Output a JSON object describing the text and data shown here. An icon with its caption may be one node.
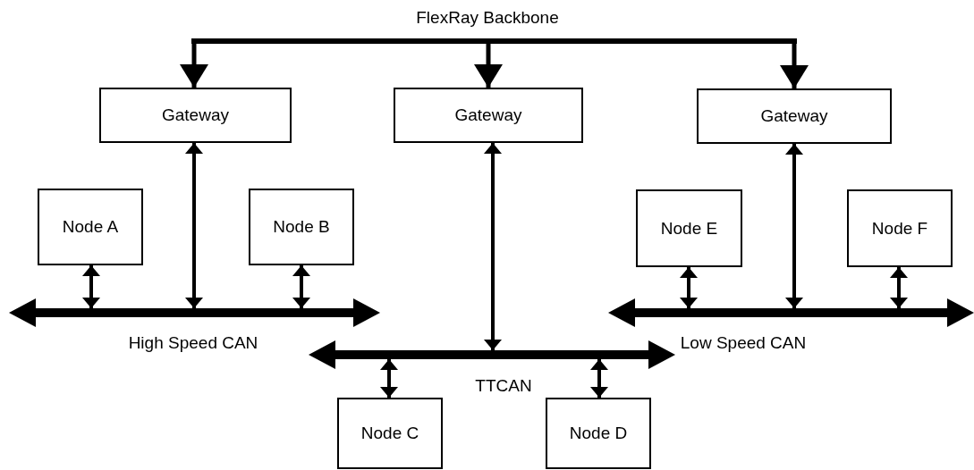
{
  "diagram": {
    "nodes": [
      {
        "text": [],
        "shape": "bar",
        "beside": [
          "FlexRay Backbone"
        ]
      },
      {
        "text": [
          "Gateway"
        ]
      },
      {
        "text": [
          "Gateway"
        ]
      },
      {
        "text": [
          "Gateway"
        ]
      },
      {
        "text": [
          "Node A"
        ]
      },
      {
        "text": [
          "Node B"
        ]
      },
      {
        "text": [
          "Node E"
        ]
      },
      {
        "text": [
          "Node F"
        ]
      },
      {
        "text": [],
        "shape": "bar",
        "beside": [
          "High Speed CAN"
        ]
      },
      {
        "text": [],
        "shape": "bar",
        "beside": [
          "TTCAN"
        ]
      },
      {
        "text": [],
        "shape": "bar",
        "beside": [
          "Low Speed CAN"
        ]
      },
      {
        "text": [
          "Node C"
        ]
      },
      {
        "text": [
          "Node D"
        ]
      }
    ],
    "edges": [
      {
        "from": 0,
        "to": 1,
        "arrow": "to"
      },
      {
        "from": 0,
        "to": 2,
        "arrow": "to"
      },
      {
        "from": 0,
        "to": 3,
        "arrow": "to"
      },
      {
        "from": 1,
        "to": 8,
        "arrow": "both"
      },
      {
        "from": 2,
        "to": 9,
        "arrow": "both"
      },
      {
        "from": 3,
        "to": 10,
        "arrow": "both"
      },
      {
        "from": 4,
        "to": 8,
        "arrow": "both"
      },
      {
        "from": 5,
        "to": 8,
        "arrow": "both"
      },
      {
        "from": 6,
        "to": 10,
        "arrow": "both"
      },
      {
        "from": 7,
        "to": 10,
        "arrow": "both"
      },
      {
        "from": 11,
        "to": 9,
        "arrow": "both"
      },
      {
        "from": 12,
        "to": 9,
        "arrow": "both"
      }
    ]
  }
}
